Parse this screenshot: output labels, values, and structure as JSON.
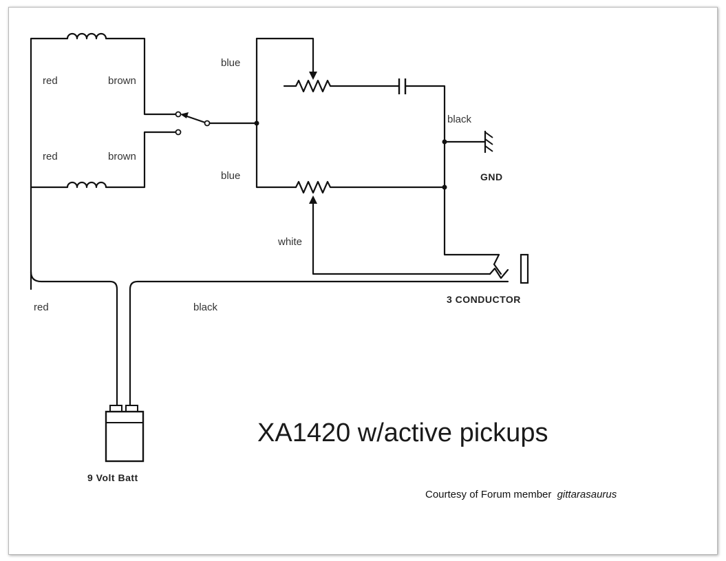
{
  "labels": {
    "top_left_wire": "red",
    "top_right_wire": "brown",
    "bottom_left_wire": "red",
    "bottom_right_wire": "brown",
    "blue_top": "blue",
    "blue_bottom": "blue",
    "black_jack": "black",
    "white_wire": "white",
    "gnd": "GND",
    "jack": "3 CONDUCTOR",
    "battery_red": "red",
    "battery_black": "black",
    "battery": "9 Volt Batt"
  },
  "title": "XA1420 w/active pickups",
  "credit": {
    "prefix": "Courtesy of Forum member",
    "member": "gittarasaurus"
  }
}
